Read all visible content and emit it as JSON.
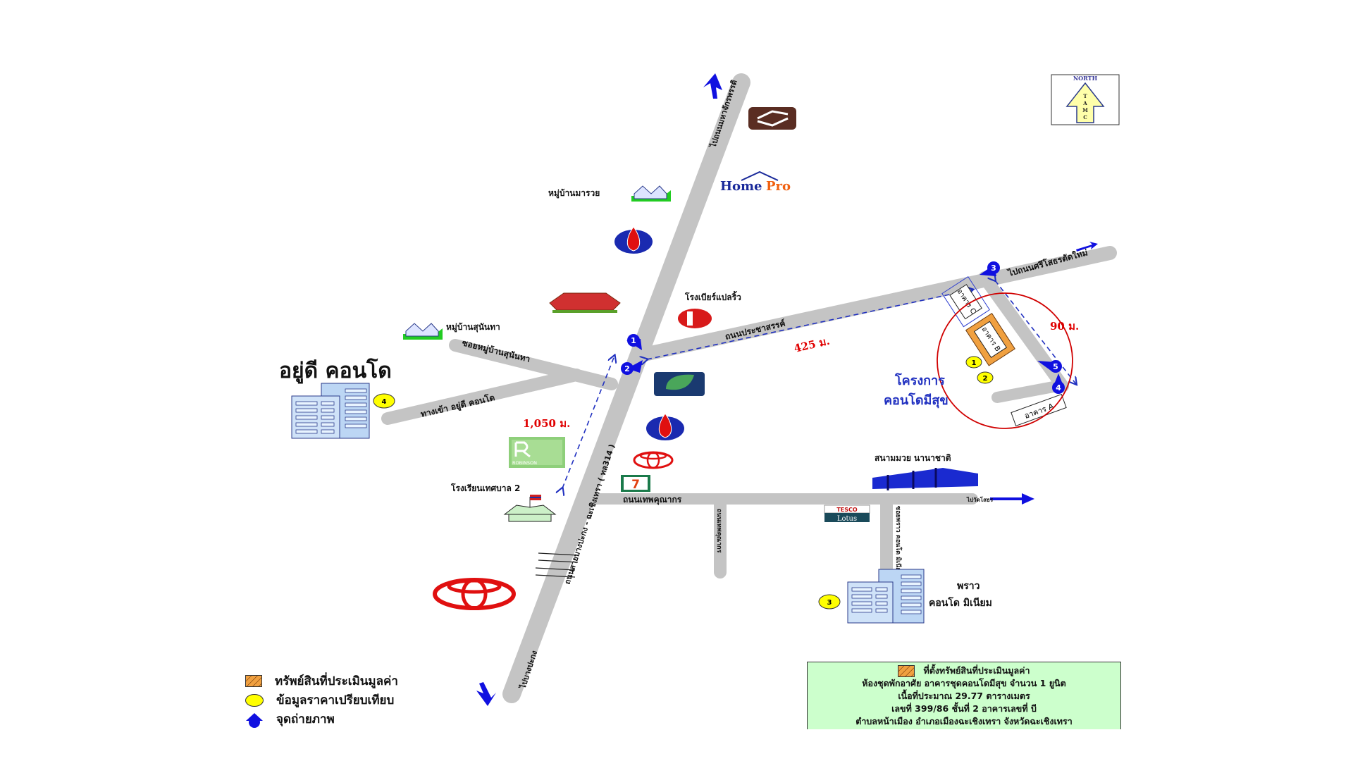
{
  "north": {
    "label": "NORTH",
    "letters": [
      "T",
      "A",
      "M",
      "C"
    ]
  },
  "roads": {
    "main_north": "ไปถนนมหาจักรพรรดิ",
    "main_south": "ไปบางปะกง",
    "main_name": "ถนนสายบางปะกง - ฉะเชิงเทรา ( ทล314 )",
    "prachasan": "ถนนประชาสรรค์",
    "to_sriso": "ไปถนนศรีโสธรตัดใหม่",
    "soi_suntha": "ซอยหมู่บ้านสุนันทา",
    "entrance_yudee": "ทางเข้า อยู่ดี คอนโด",
    "thepkunakorn": "ถนนเทพคุณากร",
    "to_wat": "ไปวัดโสธร",
    "side1": "ถนนเทพคุณากร",
    "side2": "ซอยพราว คอนโด มิเนียม"
  },
  "distances": {
    "d1": "1,050 ม.",
    "d2": "425 ม.",
    "d3": "90 ม."
  },
  "places": {
    "maruay": "หมู่บ้านมารวย",
    "homepro": {
      "home": "Home",
      "pro": "Pro"
    },
    "beer": "โรงเบียร์แปลริ้ว",
    "suntha": "หมู่บ้านสุนันทา",
    "yudee": "อยู่ดี คอนโด",
    "robinson": "ROBINSON",
    "school": "โรงเรียนเทศบาล 2",
    "stadium": "สนามมวย นานาชาติ",
    "tesco": "TESCO",
    "lotus": "Lotus",
    "praw_1": "พราว",
    "praw_2": "คอนโด มิเนียม",
    "project_1": "โครงการ",
    "project_2": "คอนโดมีสุข",
    "bldg_a": "อาคาร A",
    "bldg_b": "อาคาร B",
    "bldg_c": "อาคาร C",
    "seven": "7"
  },
  "markers": {
    "photo": [
      "1",
      "2",
      "3",
      "4",
      "5"
    ],
    "compare": [
      "1",
      "2",
      "3",
      "4"
    ]
  },
  "legend": {
    "subject": "ทรัพย์สินที่ประเมินมูลค่า",
    "compare": "ข้อมูลราคาเปรียบเทียบ",
    "photo": "จุดถ่ายภาพ"
  },
  "infobox": {
    "title": "ที่ตั้งทรัพย์สินที่ประเมินมูลค่า",
    "line1": "ห้องชุดพักอาศัย อาคารชุดคอนโดมีสุข  จำนวน 1 ยูนิต",
    "line2": "เนื้อที่ประมาณ 29.77 ตารางเมตร",
    "line3": "เลขที่ 399/86 ชั้นที่ 2 อาคารเลขที่ บี",
    "line4": "ตำบลหน้าเมือง อำเภอเมืองฉะเชิงเทรา  จังหวัดฉะเชิงเทรา"
  },
  "colors": {
    "road": "#c4c4c4",
    "distance": "#e00000",
    "marker_blue": "#1010e0",
    "compare_yellow": "#ffff00",
    "infobox_bg": "#ccffcc",
    "subject_orange": "#f0a040"
  }
}
